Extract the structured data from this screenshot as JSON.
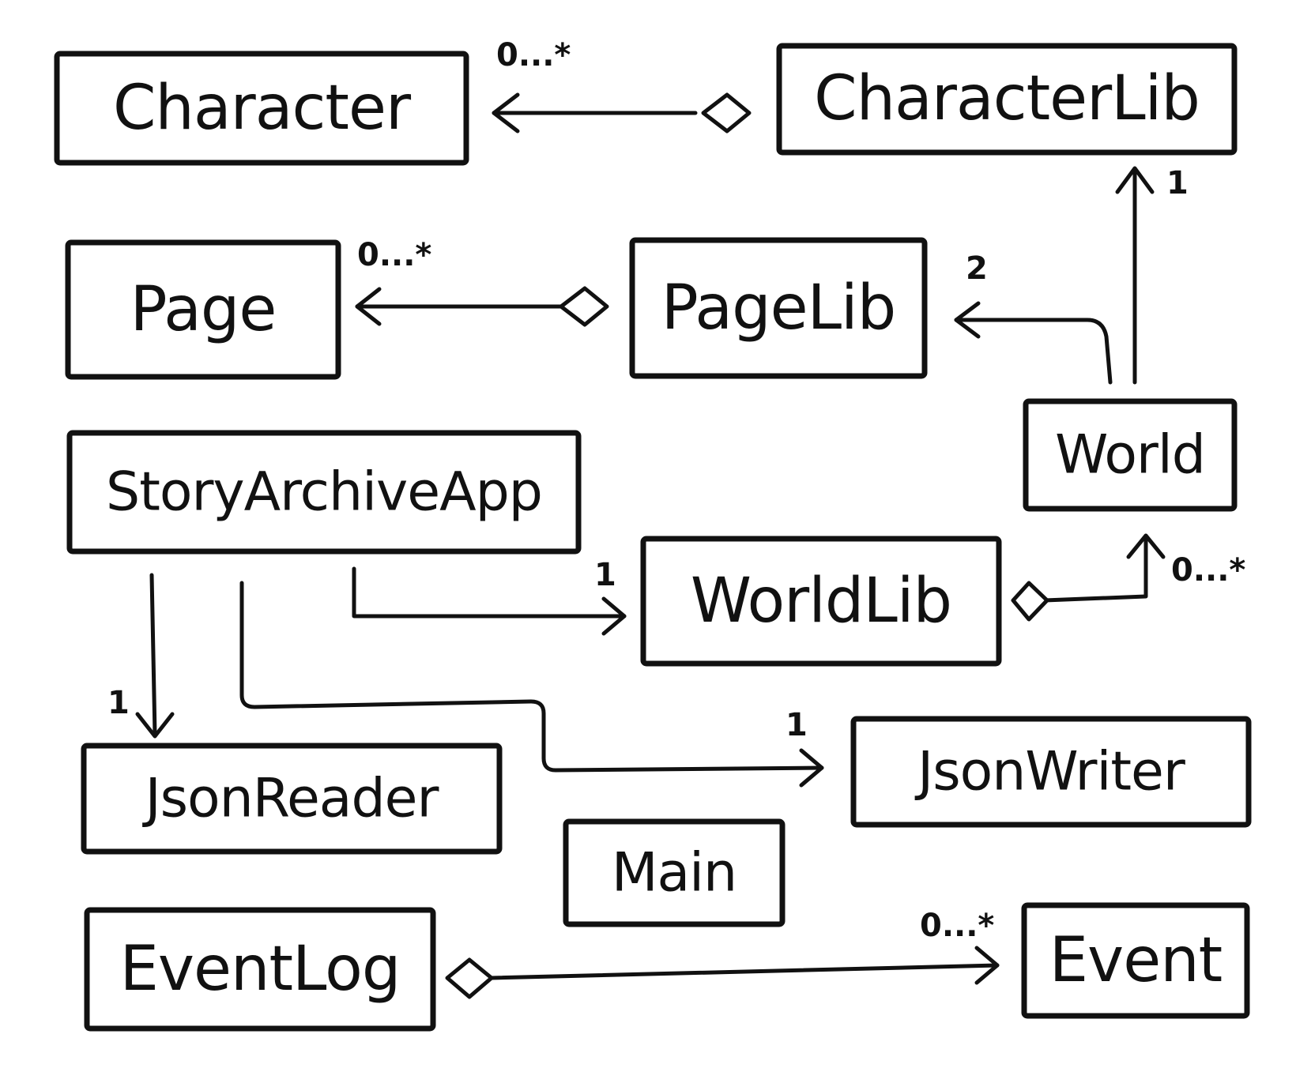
{
  "colors": {
    "ink": "#111111",
    "background": "#ffffff"
  },
  "nodes": {
    "character": "Character",
    "character_lib": "CharacterLib",
    "page": "Page",
    "page_lib": "PageLib",
    "world": "World",
    "story_archive_app": "StoryArchiveApp",
    "world_lib": "WorldLib",
    "json_reader": "JsonReader",
    "json_writer": "JsonWriter",
    "main": "Main",
    "event_log": "EventLog",
    "event": "Event"
  },
  "edges": {
    "characterlib_to_character": {
      "type": "aggregation",
      "multiplicity": "0...*"
    },
    "world_to_characterlib": {
      "type": "association",
      "multiplicity": "1"
    },
    "pagelib_to_page": {
      "type": "aggregation",
      "multiplicity": "0...*"
    },
    "world_to_pagelib": {
      "type": "association",
      "multiplicity": "2"
    },
    "worldlib_to_world": {
      "type": "aggregation",
      "multiplicity": "0...*"
    },
    "app_to_worldlib": {
      "type": "association",
      "multiplicity": "1"
    },
    "app_to_jsonreader": {
      "type": "association",
      "multiplicity": "1"
    },
    "app_to_jsonwriter": {
      "type": "association",
      "multiplicity": "1"
    },
    "eventlog_to_event": {
      "type": "aggregation",
      "multiplicity": "0...*"
    }
  }
}
